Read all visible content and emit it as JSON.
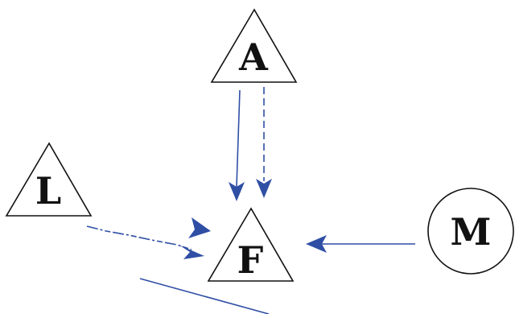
{
  "nodes": {
    "A": {
      "label": "A",
      "shape": "triangle"
    },
    "L": {
      "label": "L",
      "shape": "triangle"
    },
    "F": {
      "label": "F",
      "shape": "triangle"
    },
    "M": {
      "label": "M",
      "shape": "circle"
    }
  },
  "edges": [
    {
      "id": "a-to-f-solid",
      "from": "A",
      "to": "F",
      "style": "solid"
    },
    {
      "id": "a-to-f-dashed",
      "from": "A",
      "to": "F",
      "style": "dashed"
    },
    {
      "id": "l-to-f-dashed",
      "from": "L",
      "to": "F",
      "style": "dashed"
    },
    {
      "id": "l-to-f-arrow",
      "from": "L",
      "to": "F",
      "style": "arrowhead-only"
    },
    {
      "id": "m-to-f-solid",
      "from": "M",
      "to": "F",
      "style": "solid"
    },
    {
      "id": "f-outgoing-solid",
      "from": "F",
      "to": "",
      "style": "solid"
    }
  ],
  "colors": {
    "edge": "#2f4fa5",
    "node_stroke": "#111111",
    "node_text": "#111111",
    "background": "#ffffff"
  }
}
